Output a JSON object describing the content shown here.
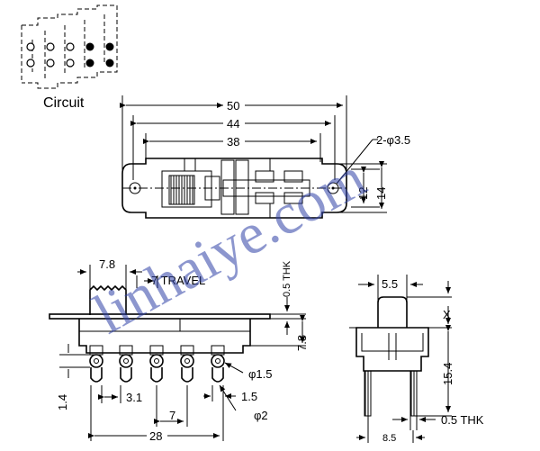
{
  "watermark": "linhaiye.com",
  "circuit": {
    "label": "Circuit"
  },
  "top_view": {
    "dim_overall": "50",
    "dim_mount": "44",
    "dim_inner": "38",
    "dim_holes": "2-φ3.5",
    "dim_height_inner": "12",
    "dim_height_outer": "14"
  },
  "side_view": {
    "dim_actuator": "7.8",
    "dim_travel": "7 TRAVEL",
    "dim_plate": "0.5 THK",
    "dim_body_height": "7.8",
    "dim_pin_hole": "φ1.5",
    "dim_pin_pitch": "3.1",
    "dim_pin_gap": "1.5",
    "dim_pin_width": "1.4",
    "dim_pin_dia": "φ2",
    "dim_pin_span": "7",
    "dim_total": "28"
  },
  "end_view": {
    "dim_actuator": "5.5",
    "dim_x": "X",
    "dim_height": "15.4",
    "dim_thickness": "0.5 THK",
    "dim_pin_spacing": "8.5"
  }
}
